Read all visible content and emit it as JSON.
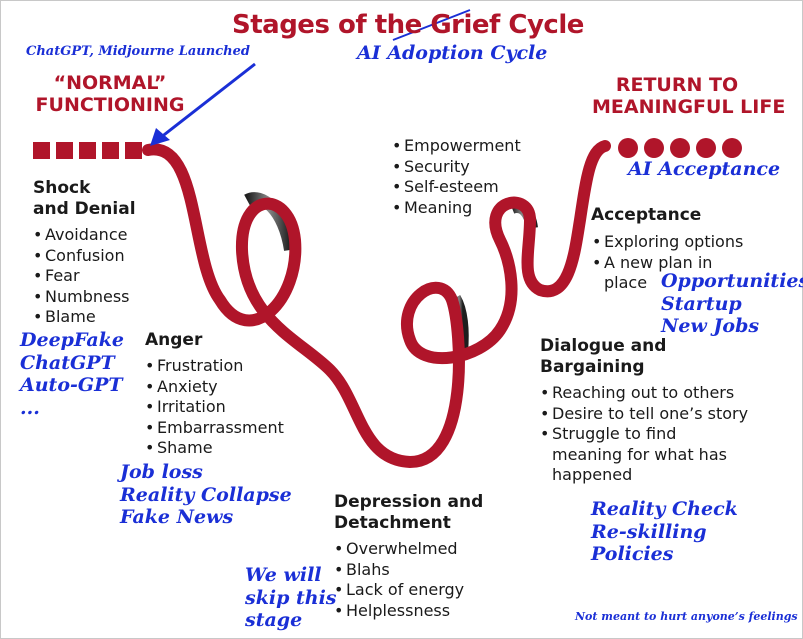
{
  "title": "Stages of the Grief Cycle",
  "title_replacement": "AI Adoption Cycle",
  "launch_note": "ChatGPT, Midjourne Launched",
  "normal_functioning": [
    "“NORMAL”",
    "FUNCTIONING"
  ],
  "return_meaningful": [
    "RETURN TO",
    "MEANINGFUL LIFE"
  ],
  "ai_acceptance_note": "AI Acceptance",
  "stages": {
    "shock": {
      "title": [
        "Shock",
        "and Denial"
      ],
      "items": [
        "Avoidance",
        "Confusion",
        "Fear",
        "Numbness",
        "Blame"
      ],
      "notes": [
        "DeepFake",
        "ChatGPT",
        "Auto-GPT",
        "..."
      ]
    },
    "anger": {
      "title": [
        "Anger"
      ],
      "items": [
        "Frustration",
        "Anxiety",
        "Irritation",
        "Embarrassment",
        "Shame"
      ],
      "notes": [
        "Job loss",
        "Reality Collapse",
        "Fake News"
      ]
    },
    "depression": {
      "title": [
        "Depression and",
        "Detachment"
      ],
      "items": [
        "Overwhelmed",
        "Blahs",
        "Lack of energy",
        "Helplessness"
      ],
      "notes": [
        "We will",
        "skip this",
        "stage"
      ]
    },
    "empower": {
      "items": [
        "Empowerment",
        "Security",
        "Self-esteem",
        "Meaning"
      ]
    },
    "dialogue": {
      "title": [
        "Dialogue and",
        "Bargaining"
      ],
      "items": [
        "Reaching out to others",
        "Desire to tell one’s story",
        "Struggle to find",
        "meaning for what has",
        "happened"
      ],
      "notes": [
        "Reality Check",
        "Re-skilling",
        "Policies"
      ]
    },
    "acceptance": {
      "title": [
        "Acceptance"
      ],
      "items": [
        "Exploring options",
        "A new plan in",
        "place"
      ],
      "notes": [
        "Opportunities",
        "Startup",
        "New Jobs"
      ]
    }
  },
  "footer_note": "Not meant to hurt anyone’s feelings",
  "colors": {
    "ribbon": "#b0152a",
    "accent_text": "#b0152a",
    "annotation": "#1a2fd6"
  }
}
